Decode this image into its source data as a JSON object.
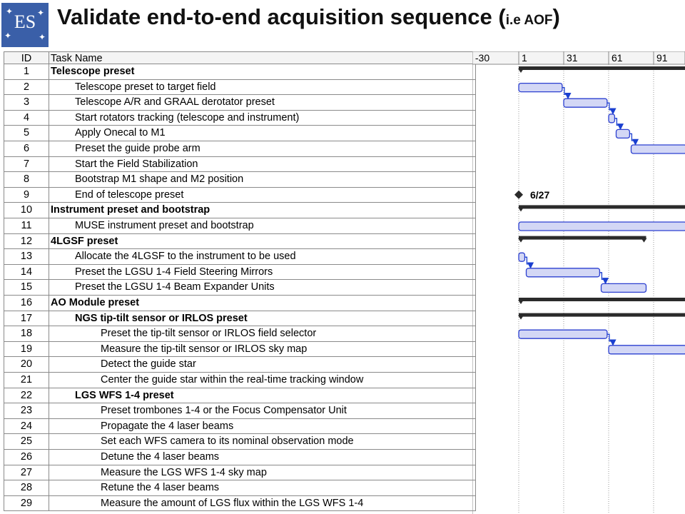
{
  "header": {
    "logo_text": "ES",
    "title_main": "Validate end-to-end acquisition sequence (",
    "title_sub": "i.e AOF",
    "title_close": ")"
  },
  "table": {
    "col_id": "ID",
    "col_name": "Task Name",
    "timeline_ticks": [
      "-30",
      "1",
      "31",
      "61",
      "91"
    ],
    "milestone_label": "6/27",
    "rows": [
      {
        "id": "1",
        "name": "Telescope preset",
        "level": 0,
        "summary": true
      },
      {
        "id": "2",
        "name": "Telescope preset to target field",
        "level": 1,
        "summary": false
      },
      {
        "id": "3",
        "name": "Telescope A/R and GRAAL derotator preset",
        "level": 1,
        "summary": false
      },
      {
        "id": "4",
        "name": "Start rotators tracking (telescope and instrument)",
        "level": 1,
        "summary": false
      },
      {
        "id": "5",
        "name": "Apply Onecal to M1",
        "level": 1,
        "summary": false
      },
      {
        "id": "6",
        "name": "Preset the guide probe arm",
        "level": 1,
        "summary": false
      },
      {
        "id": "7",
        "name": "Start the Field Stabilization",
        "level": 1,
        "summary": false
      },
      {
        "id": "8",
        "name": "Bootstrap M1 shape and M2 position",
        "level": 1,
        "summary": false
      },
      {
        "id": "9",
        "name": "End of telescope preset",
        "level": 1,
        "summary": false
      },
      {
        "id": "10",
        "name": "Instrument preset and bootstrap",
        "level": 0,
        "summary": true
      },
      {
        "id": "11",
        "name": "MUSE instrument preset and bootstrap",
        "level": 1,
        "summary": false
      },
      {
        "id": "12",
        "name": "4LGSF preset",
        "level": 0,
        "summary": true
      },
      {
        "id": "13",
        "name": "Allocate the 4LGSF to the instrument to be used",
        "level": 1,
        "summary": false
      },
      {
        "id": "14",
        "name": "Preset the LGSU 1-4 Field Steering Mirrors",
        "level": 1,
        "summary": false
      },
      {
        "id": "15",
        "name": "Preset the LGSU 1-4 Beam Expander Units",
        "level": 1,
        "summary": false
      },
      {
        "id": "16",
        "name": "AO Module preset",
        "level": 0,
        "summary": true
      },
      {
        "id": "17",
        "name": "NGS tip-tilt sensor or IRLOS preset",
        "level": 1,
        "summary": true
      },
      {
        "id": "18",
        "name": "Preset the tip-tilt sensor or IRLOS field selector",
        "level": 2,
        "summary": false
      },
      {
        "id": "19",
        "name": "Measure the tip-tilt sensor or IRLOS sky map",
        "level": 2,
        "summary": false
      },
      {
        "id": "20",
        "name": "Detect the guide star",
        "level": 2,
        "summary": false
      },
      {
        "id": "21",
        "name": "Center the guide star within the real-time tracking window",
        "level": 2,
        "summary": false
      },
      {
        "id": "22",
        "name": "LGS WFS 1-4 preset",
        "level": 1,
        "summary": true
      },
      {
        "id": "23",
        "name": "Preset trombones 1-4 or the Focus Compensator Unit",
        "level": 2,
        "summary": false
      },
      {
        "id": "24",
        "name": "Propagate the 4 laser beams",
        "level": 2,
        "summary": false
      },
      {
        "id": "25",
        "name": "Set each WFS camera to its nominal observation mode",
        "level": 2,
        "summary": false
      },
      {
        "id": "26",
        "name": "Detune the 4 laser beams",
        "level": 2,
        "summary": false
      },
      {
        "id": "27",
        "name": "Measure the LGS WFS 1-4 sky map",
        "level": 2,
        "summary": false
      },
      {
        "id": "28",
        "name": "Retune the 4 laser beams",
        "level": 2,
        "summary": false
      },
      {
        "id": "29",
        "name": "Measure the amount of LGS flux within the LGS WFS 1-4",
        "level": 2,
        "summary": false
      }
    ]
  },
  "gantt": {
    "tasks": [
      {
        "row": 0,
        "type": "summary",
        "start": 1,
        "end": 130
      },
      {
        "row": 1,
        "type": "task",
        "start": 1,
        "end": 30,
        "link": true
      },
      {
        "row": 2,
        "type": "task",
        "start": 31,
        "end": 60,
        "link": true
      },
      {
        "row": 3,
        "type": "task",
        "start": 61,
        "end": 65,
        "link": true
      },
      {
        "row": 4,
        "type": "task",
        "start": 66,
        "end": 75,
        "link": true
      },
      {
        "row": 5,
        "type": "task",
        "start": 76,
        "end": 130,
        "link": false
      },
      {
        "row": 8,
        "type": "milestone",
        "start": 1,
        "end": 1
      },
      {
        "row": 9,
        "type": "summary",
        "start": 1,
        "end": 130
      },
      {
        "row": 10,
        "type": "task",
        "start": 1,
        "end": 130,
        "link": false
      },
      {
        "row": 11,
        "type": "summary",
        "start": 1,
        "end": 86
      },
      {
        "row": 12,
        "type": "task",
        "start": 1,
        "end": 5,
        "link": true
      },
      {
        "row": 13,
        "type": "task",
        "start": 6,
        "end": 55,
        "link": true
      },
      {
        "row": 14,
        "type": "task",
        "start": 56,
        "end": 86,
        "link": false
      },
      {
        "row": 15,
        "type": "summary",
        "start": 1,
        "end": 130
      },
      {
        "row": 16,
        "type": "summary",
        "start": 1,
        "end": 130
      },
      {
        "row": 17,
        "type": "task",
        "start": 1,
        "end": 60,
        "link": true
      },
      {
        "row": 18,
        "type": "task",
        "start": 61,
        "end": 130,
        "link": false
      }
    ]
  }
}
